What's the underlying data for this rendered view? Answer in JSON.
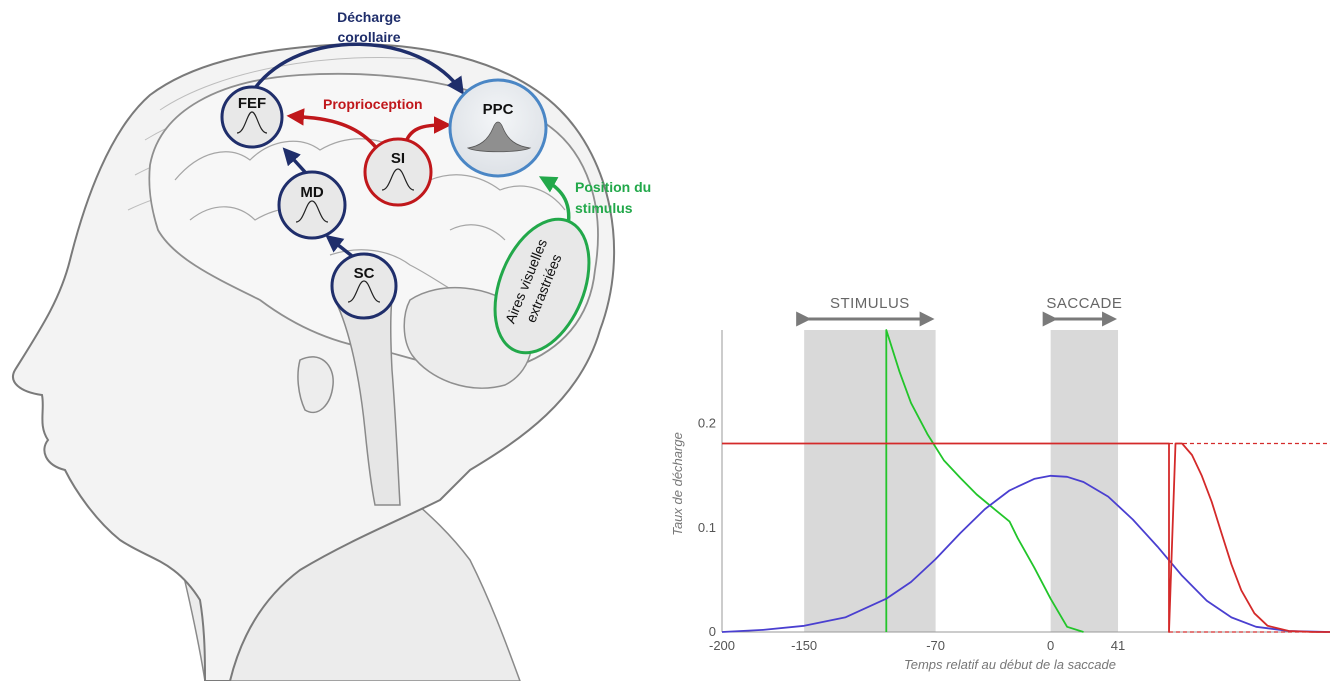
{
  "diagram": {
    "efference_label_line1": "Décharge",
    "efference_label_line2": "corollaire",
    "proprio_label": "Proprioception",
    "stimulus_label_line1": "Position du",
    "stimulus_label_line2": "stimulus",
    "nodes": {
      "fef": "FEF",
      "ppc": "PPC",
      "si": "SI",
      "md": "MD",
      "sc": "SC",
      "visual_line1": "Aires visuelles",
      "visual_line2": "extrastriées"
    },
    "colors": {
      "motor": "#1f2e6b",
      "proprio": "#c0171b",
      "visual": "#22a84a",
      "ppc": "#4a86c5"
    }
  },
  "chart_data": {
    "type": "line",
    "xlabel": "Temps relatif au début de la saccade",
    "ylabel": "Taux de décharge",
    "xticks": [
      "-200",
      "-150",
      "-70",
      "0",
      "41"
    ],
    "yticks": [
      "0",
      "0.1",
      "0.2"
    ],
    "bands": [
      {
        "label": "STIMULUS",
        "x0": -150,
        "x1": -70
      },
      {
        "label": "SACCADE",
        "x0": 0,
        "x1": 41
      }
    ],
    "xlim": [
      -200,
      170
    ],
    "ylim": [
      0,
      0.29
    ],
    "series": [
      {
        "color": "#22c52a",
        "x": [
          -100,
          -100,
          -92,
          -85,
          -75,
          -65,
          -55,
          -45,
          -35,
          -25,
          -20,
          -10,
          0,
          10,
          20
        ],
        "y": [
          0,
          0.29,
          0.25,
          0.22,
          0.19,
          0.165,
          0.148,
          0.132,
          0.119,
          0.106,
          0.09,
          0.062,
          0.032,
          0.005,
          0
        ]
      },
      {
        "color": "#4a3fd0",
        "x": [
          -200,
          -175,
          -150,
          -125,
          -100,
          -85,
          -70,
          -55,
          -40,
          -25,
          -10,
          0,
          10,
          20,
          35,
          50,
          65,
          80,
          95,
          110,
          125,
          145,
          170
        ],
        "y": [
          0,
          0.002,
          0.006,
          0.014,
          0.032,
          0.048,
          0.07,
          0.095,
          0.118,
          0.136,
          0.147,
          0.15,
          0.149,
          0.144,
          0.13,
          0.108,
          0.082,
          0.054,
          0.03,
          0.014,
          0.005,
          0.001,
          0
        ]
      },
      {
        "color": "#d42a2a",
        "x": [
          -200,
          72,
          72,
          76,
          80,
          86,
          92,
          98,
          104,
          110,
          116,
          124,
          132,
          145,
          160,
          170
        ],
        "y": [
          0.181,
          0.181,
          0,
          0.181,
          0.181,
          0.17,
          0.15,
          0.125,
          0.095,
          0.065,
          0.04,
          0.018,
          0.006,
          0.001,
          0,
          0
        ]
      }
    ],
    "dashed_markers": [
      {
        "y": 0.181,
        "color": "#d42a2a"
      },
      {
        "y": 0,
        "color": "#d42a2a"
      }
    ]
  }
}
